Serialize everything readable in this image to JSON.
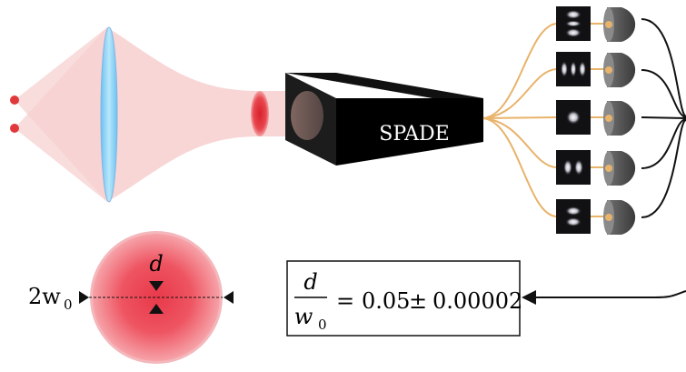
{
  "device": {
    "label": "SPADE"
  },
  "modes": [
    {
      "name": "HG-mode-vertical-3-lobe"
    },
    {
      "name": "HG-mode-horizontal-3-lobe"
    },
    {
      "name": "HG-mode-gaussian"
    },
    {
      "name": "HG-mode-horizontal-2-lobe"
    },
    {
      "name": "HG-mode-vertical-2-lobe"
    }
  ],
  "spot": {
    "width_label_main": "2w",
    "width_label_sub": "0",
    "separation_label": "d"
  },
  "result": {
    "numerator": "d",
    "denominator_main": "w",
    "denominator_sub": "0",
    "equals": "=",
    "value": "0.05",
    "pm": "±",
    "uncertainty": "0.00002"
  },
  "colors": {
    "source": "#e0393b",
    "beam": "#f7cfcf",
    "lens": "#8fd3f5",
    "lens_edge": "#7fb4e6",
    "fiber": "#e8b36a",
    "detector": "#5a5a5a",
    "spot": "#e8394a"
  }
}
